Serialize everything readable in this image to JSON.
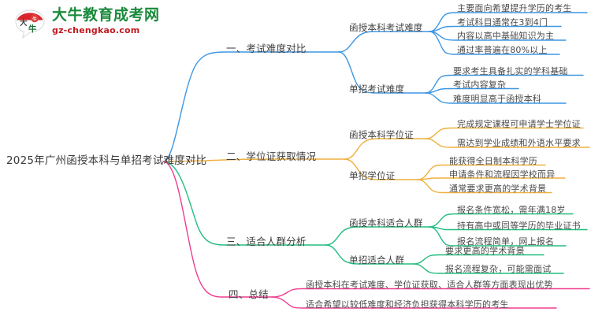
{
  "logo": {
    "mark_text": "大牛",
    "title": "大牛教育成考网",
    "subtitle": "gz-chengkao.com",
    "title_color": "#1a8a3c",
    "subtitle_color": "#c01a20",
    "mark_color": "#d9262c"
  },
  "mindmap": {
    "root": "2025年广州函授本科与单招考试难度对比",
    "colors": {
      "branch1": "#3d97e3",
      "branch2": "#efb03e",
      "branch3": "#23bd7f",
      "branch4": "#ee3d8f"
    },
    "branches": [
      {
        "label": "一、考试难度对比",
        "color": "#3d97e3",
        "children": [
          {
            "label": "函授本科考试难度",
            "leaves": [
              "主要面向希望提升学历的考生",
              "考试科目通常在3到4门",
              "内容以高中基础知识为主",
              "通过率普遍在80%以上"
            ]
          },
          {
            "label": "单招考试难度",
            "leaves": [
              "要求考生具备扎实的学科基础",
              "考试内容复杂",
              "难度明显高于函授本科"
            ]
          }
        ]
      },
      {
        "label": "二、学位证获取情况",
        "color": "#efb03e",
        "children": [
          {
            "label": "函授本科学位证",
            "leaves": [
              "完成规定课程可申请学士学位证",
              "需达到学业成绩和外语水平要求"
            ]
          },
          {
            "label": "单招学位证",
            "leaves": [
              "能获得全日制本科学历",
              "申请条件和流程因学校而异",
              "通常要求更高的学术背景"
            ]
          }
        ]
      },
      {
        "label": "三、适合人群分析",
        "color": "#23bd7f",
        "children": [
          {
            "label": "函授本科适合人群",
            "leaves": [
              "报名条件宽松，需年满18岁",
              "持有高中或同等学历的毕业证书",
              "报名流程简单，网上报名"
            ]
          },
          {
            "label": "单招适合人群",
            "leaves": [
              "要求更高的学术背景",
              "报名流程复杂，可能需面试"
            ]
          }
        ]
      },
      {
        "label": "四、总结",
        "color": "#ee3d8f",
        "children": [
          {
            "label": "",
            "leaves": [
              "函授本科在考试难度、学位证获取、适合人群等方面表现出优势",
              "适合希望以较低难度和经济负担获得本科学历的考生"
            ]
          }
        ]
      }
    ]
  }
}
